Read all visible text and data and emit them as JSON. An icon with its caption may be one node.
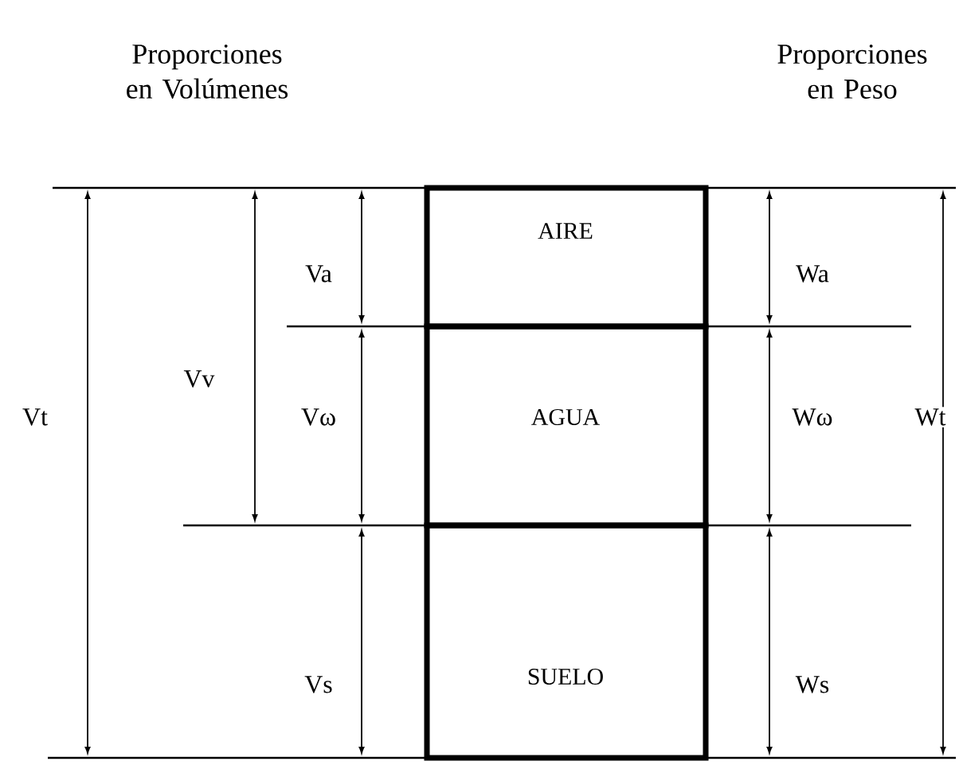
{
  "diagram": {
    "nodes": [
      {
        "text": [
          "AIRE"
        ]
      },
      {
        "text": [
          "AGUA"
        ]
      },
      {
        "text": [
          "SUELO"
        ]
      }
    ],
    "labels": [
      "Proporciones en Volúmenes",
      "Proporciones en Peso",
      "Va",
      "Wa",
      "Vv",
      "Vt",
      "Vω",
      "Wω",
      "Wt",
      "Vs",
      "Ws"
    ]
  }
}
